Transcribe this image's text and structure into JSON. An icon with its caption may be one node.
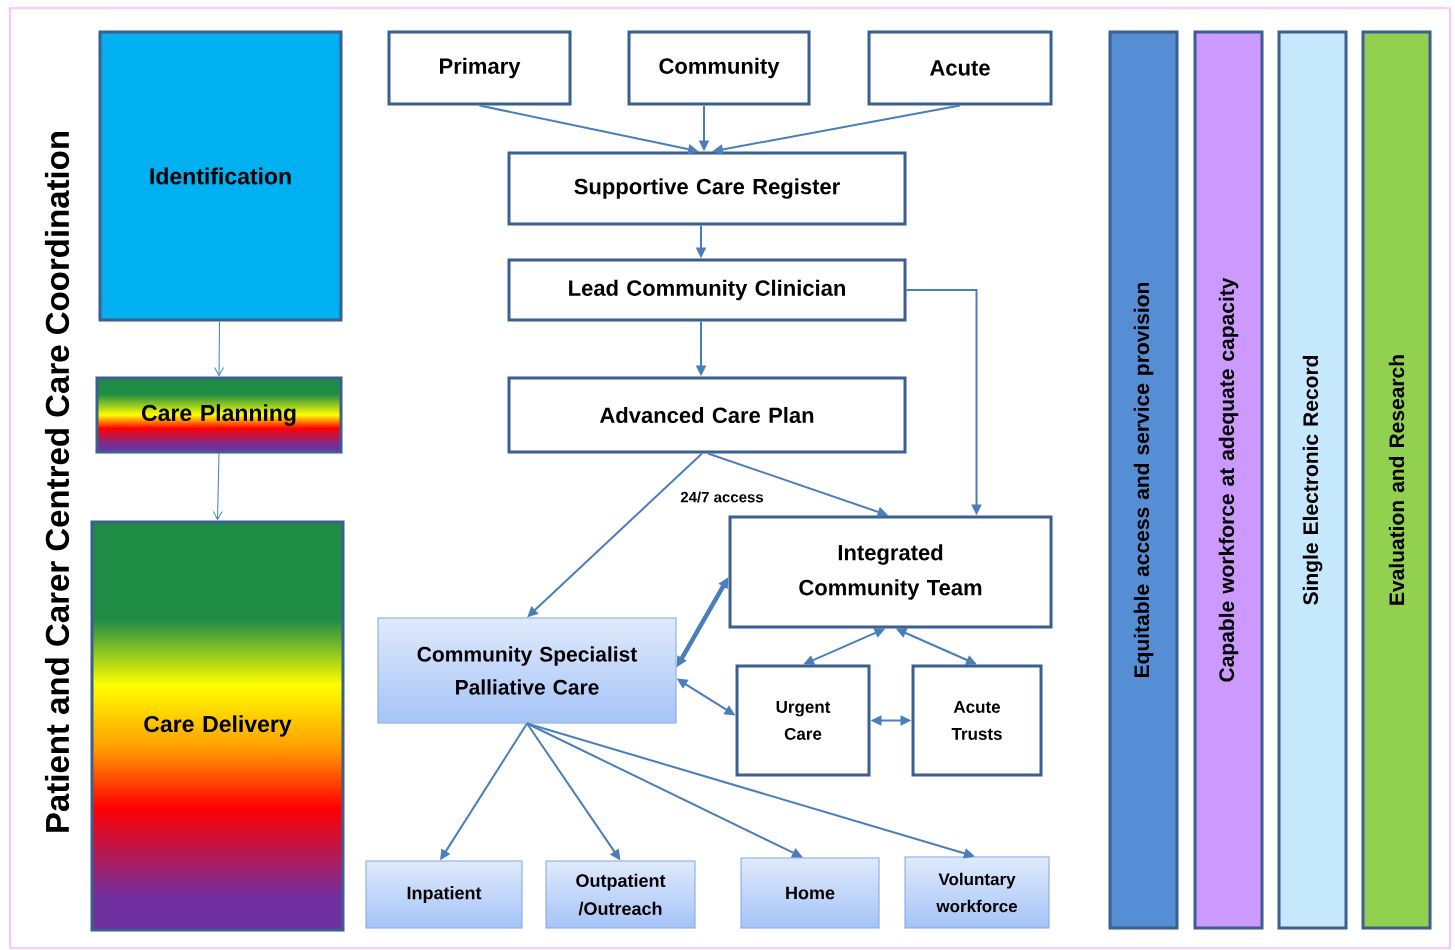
{
  "diagram": {
    "title": "Patient and Carer Centred Care Coordination",
    "nodes": [
      {
        "text": [
          "Identification"
        ]
      },
      {
        "text": [
          "Care Planning"
        ]
      },
      {
        "text": [
          "Care Delivery"
        ]
      },
      {
        "text": [
          "Primary"
        ]
      },
      {
        "text": [
          "Community"
        ]
      },
      {
        "text": [
          "Acute"
        ]
      },
      {
        "text": [
          "Supportive Care Register"
        ]
      },
      {
        "text": [
          "Lead Community Clinician"
        ]
      },
      {
        "text": [
          "Advanced Care Plan"
        ]
      },
      {
        "text": [
          "Integrated Community Team"
        ]
      },
      {
        "text": [
          "Community Specialist Palliative Care"
        ]
      },
      {
        "text": [
          "Urgent Care"
        ]
      },
      {
        "text": [
          "Acute Trusts"
        ]
      },
      {
        "text": [
          "Inpatient"
        ]
      },
      {
        "text": [
          "Outpatient /Outreach"
        ]
      },
      {
        "text": [
          "Home"
        ]
      },
      {
        "text": [
          "Voluntary workforce"
        ]
      },
      {
        "text": [
          "Equitable access and service provision"
        ]
      },
      {
        "text": [
          "Capable workforce at adequate capacity"
        ]
      },
      {
        "text": [
          "Single Electronic Record"
        ]
      },
      {
        "text": [
          "Evaluation and Research"
        ]
      }
    ],
    "edges": [
      {
        "from": 0,
        "to": 1,
        "arrow": "to"
      },
      {
        "from": 1,
        "to": 2,
        "arrow": "to"
      },
      {
        "from": 3,
        "to": 6,
        "arrow": "to"
      },
      {
        "from": 4,
        "to": 6,
        "arrow": "to"
      },
      {
        "from": 5,
        "to": 6,
        "arrow": "to"
      },
      {
        "from": 6,
        "to": 7,
        "arrow": "to"
      },
      {
        "from": 7,
        "to": 8,
        "arrow": "to"
      },
      {
        "from": 7,
        "to": 9,
        "arrow": "to"
      },
      {
        "from": 8,
        "to": 10,
        "arrow": "to",
        "label": "24/7 access"
      },
      {
        "from": 8,
        "to": 9,
        "arrow": "to"
      },
      {
        "from": 10,
        "to": 9,
        "arrow": "both",
        "style": "thick"
      },
      {
        "from": 10,
        "to": 11,
        "arrow": "both"
      },
      {
        "from": 9,
        "to": 11,
        "arrow": "both"
      },
      {
        "from": 9,
        "to": 12,
        "arrow": "both"
      },
      {
        "from": 11,
        "to": 12,
        "arrow": "both"
      },
      {
        "from": 10,
        "to": 13,
        "arrow": "to"
      },
      {
        "from": 10,
        "to": 14,
        "arrow": "to"
      },
      {
        "from": 10,
        "to": 15,
        "arrow": "to"
      },
      {
        "from": 10,
        "to": 16,
        "arrow": "to"
      }
    ]
  }
}
